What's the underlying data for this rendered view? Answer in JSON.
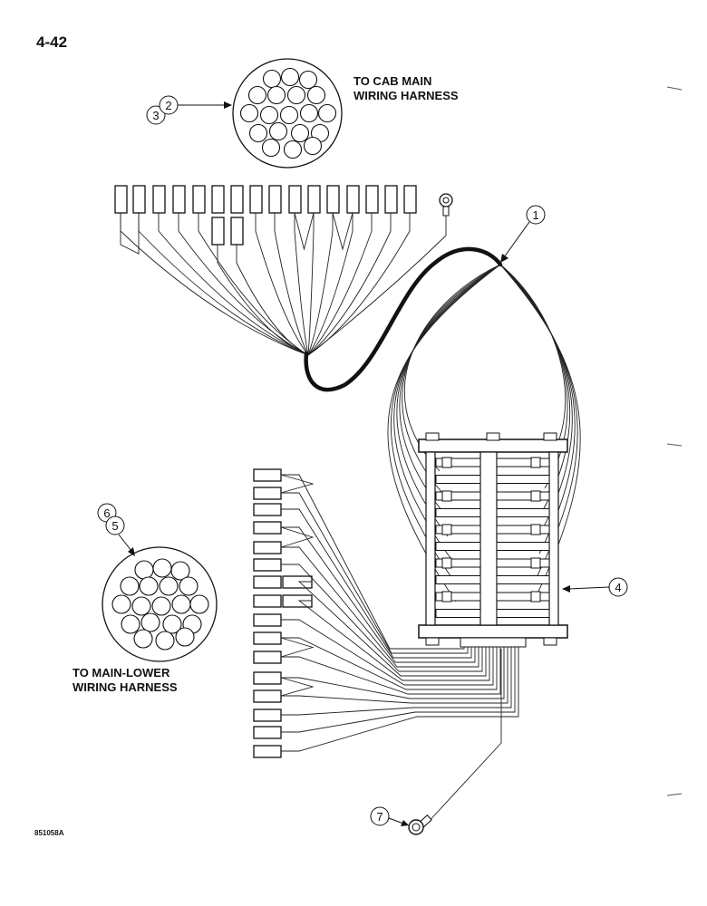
{
  "page_number": "4-42",
  "figure_code": "851058A",
  "labels": {
    "cab_main_line1": "TO CAB MAIN",
    "cab_main_line2": "WIRING HARNESS",
    "main_lower_line1": "TO MAIN-LOWER",
    "main_lower_line2": "WIRING HARNESS"
  },
  "callouts": {
    "c1": "1",
    "c2": "2",
    "c3": "3",
    "c4": "4",
    "c5": "5",
    "c6": "6",
    "c7": "7"
  }
}
